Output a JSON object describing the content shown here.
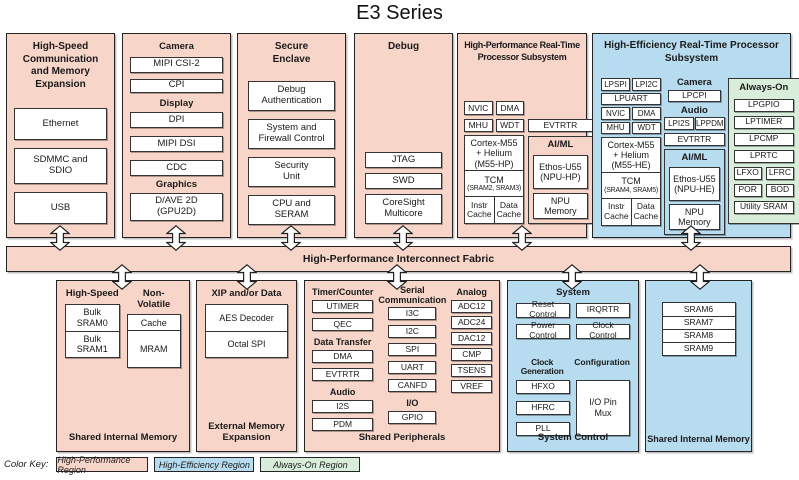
{
  "title": "E3 Series",
  "colors": {
    "high_performance_region": "#f7d5c9",
    "high_efficiency_region": "#b7dcf0",
    "always_on_region": "#d8eeda",
    "border": "#232323",
    "box_background": "#ffffff"
  },
  "fabric": {
    "label": "High-Performance Interconnect Fabric"
  },
  "top_blocks": {
    "hs_comm": {
      "title": "High-Speed Communication and Memory Expansion",
      "items": [
        "Ethernet",
        "SDMMC and SDIO",
        "USB"
      ]
    },
    "camera_display_graphics": {
      "camera_header": "Camera",
      "camera_items": [
        "MIPI CSI-2",
        "CPI"
      ],
      "display_header": "Display",
      "display_items": [
        "DPI",
        "MIPI DSI",
        "CDC"
      ],
      "graphics_header": "Graphics",
      "graphics_items": [
        "D/AVE 2D (GPU2D)"
      ]
    },
    "secure_enclave": {
      "title": "Secure Enclave",
      "items": [
        "Debug Authentication",
        "System and Firewall Control",
        "Security Unit",
        "CPU and SERAM"
      ]
    },
    "debug": {
      "title": "Debug",
      "items": [
        "JTAG",
        "SWD",
        "CoreSight Multicore"
      ]
    },
    "hp_rtss": {
      "title": "High-Performance Real-Time Processor Subsystem",
      "nvic": "NVIC",
      "dma": "DMA",
      "mhu": "MHU",
      "wdt": "WDT",
      "evtrtr": "EVTRTR",
      "cpu_group": {
        "core": "Cortex-M55 + Helium (M55-HP)",
        "tcm": "TCM",
        "tcm_note": "(SRAM2, SRAM3)",
        "instr_cache": "Instr Cache",
        "data_cache": "Data Cache"
      },
      "aiml": {
        "header": "AI/ML",
        "npu": "Ethos-U55 (NPU-HP)",
        "npu_memory": "NPU Memory"
      }
    },
    "he_rtss": {
      "title": "High-Efficiency Real-Time Processor Subsystem",
      "lpspi": "LPSPI",
      "lpi2c": "LPI2C",
      "lpuart": "LPUART",
      "nvic": "NVIC",
      "dma": "DMA",
      "mhu": "MHU",
      "wdt": "WDT",
      "cpu_group": {
        "core": "Cortex-M55 + Helium (M55-HE)",
        "tcm": "TCM",
        "tcm_note": "(SRAM4, SRAM5)",
        "instr_cache": "Instr Cache",
        "data_cache": "Data Cache"
      },
      "camera_header": "Camera",
      "lpcpi": "LPCPI",
      "audio_header": "Audio",
      "lpi2s": "LPI2S",
      "lppdm": "LPPDM",
      "evtrtr": "EVTRTR",
      "aiml": {
        "header": "AI/ML",
        "npu": "Ethos-U55 (NPU-HE)",
        "npu_memory": "NPU Memory"
      },
      "always_on": {
        "header": "Always-On",
        "items": [
          "LPGPIO",
          "LPTIMER",
          "LPCMP",
          "LPRTC"
        ],
        "lfxo": "LFXO",
        "lfrc": "LFRC",
        "por": "POR",
        "bod": "BOD",
        "utility_sram": "Utility SRAM"
      }
    }
  },
  "bottom_blocks": {
    "shared_internal_memory_left": {
      "label": "Shared Internal Memory",
      "high_speed_header": "High-Speed",
      "high_speed_items": [
        "Bulk SRAM0",
        "Bulk SRAM1"
      ],
      "non_volatile_header": "Non-Volatile",
      "non_volatile_items": [
        "Cache",
        "MRAM"
      ]
    },
    "external_memory_expansion": {
      "label": "External Memory Expansion",
      "header": "XIP and/or Data",
      "items": [
        "AES Decoder",
        "Octal SPI"
      ]
    },
    "shared_peripherals": {
      "label": "Shared Peripherals",
      "timer_header": "Timer/Counter",
      "timer_items": [
        "UTIMER",
        "QEC"
      ],
      "data_transfer_header": "Data Transfer",
      "data_transfer_items": [
        "DMA",
        "EVTRTR"
      ],
      "audio_header": "Audio",
      "audio_items": [
        "I2S",
        "PDM"
      ],
      "serial_header": "Serial Communication",
      "serial_items": [
        "I3C",
        "I2C",
        "SPI",
        "UART",
        "CANFD"
      ],
      "io_header": "I/O",
      "io_items": [
        "GPIO"
      ],
      "analog_header": "Analog",
      "analog_items": [
        "ADC12",
        "ADC24",
        "DAC12",
        "CMP",
        "TSENS",
        "VREF"
      ]
    },
    "system_control": {
      "label": "System Control",
      "system_header": "System",
      "system_items": [
        "Reset Control",
        "IRQRTR",
        "Power Control",
        "Clock Control"
      ],
      "clock_gen_header": "Clock Generation",
      "clock_gen_items": [
        "HFXO",
        "HFRC",
        "PLL"
      ],
      "config_header": "Configuration",
      "config_item": "I/O Pin Mux"
    },
    "shared_internal_memory_right": {
      "label": "Shared Internal Memory",
      "items": [
        "SRAM6",
        "SRAM7",
        "SRAM8",
        "SRAM9"
      ]
    }
  },
  "color_key": {
    "label": "Color Key:",
    "items": [
      {
        "label": "High-Performance Region",
        "color": "#f7d5c9"
      },
      {
        "label": "High-Efficiency Region",
        "color": "#b7dcf0"
      },
      {
        "label": "Always-On Region",
        "color": "#d8eeda"
      }
    ]
  }
}
